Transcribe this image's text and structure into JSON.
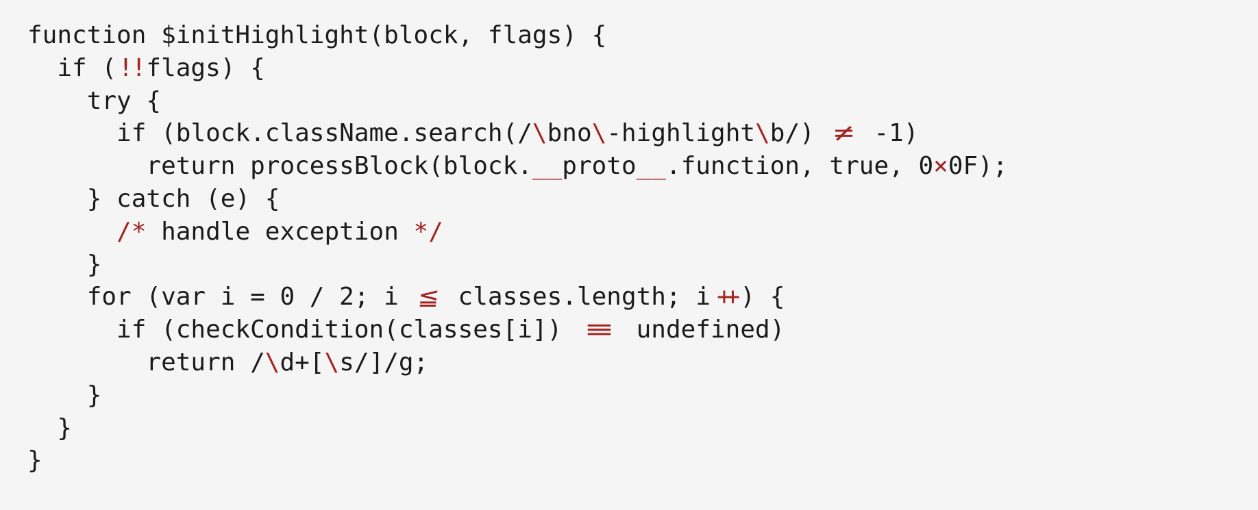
{
  "page": {
    "background_color": "#f5f5f6",
    "text_color": "#1b1b1b",
    "accent_color": "#a22320"
  },
  "code": {
    "lines": [
      {
        "segments": [
          {
            "type": "plain",
            "text": "function $initHighlight(block, flags) {"
          }
        ]
      },
      {
        "segments": [
          {
            "type": "plain",
            "text": "  if ("
          },
          {
            "type": "ligature",
            "name": "double-bang",
            "text": "!!",
            "width_ch": 2
          },
          {
            "type": "plain",
            "text": "flags) {"
          }
        ]
      },
      {
        "segments": [
          {
            "type": "plain",
            "text": "    try {"
          }
        ]
      },
      {
        "segments": [
          {
            "type": "plain",
            "text": "      if (block.className.search(/"
          },
          {
            "type": "ligature",
            "name": "escape-backslash",
            "text": "\\"
          },
          {
            "type": "plain",
            "text": "bno"
          },
          {
            "type": "ligature",
            "name": "escape-backslash",
            "text": "\\"
          },
          {
            "type": "plain",
            "text": "-highlight"
          },
          {
            "type": "ligature",
            "name": "escape-backslash",
            "text": "\\"
          },
          {
            "type": "plain",
            "text": "b/) "
          },
          {
            "type": "ligature",
            "name": "not-equal",
            "text": "≠",
            "width_ch": 2
          },
          {
            "type": "plain",
            "text": " -1)"
          }
        ]
      },
      {
        "segments": [
          {
            "type": "plain",
            "text": "        return processBlock(block."
          },
          {
            "type": "ligature",
            "name": "double-underscore",
            "text": "__"
          },
          {
            "type": "plain",
            "text": "proto"
          },
          {
            "type": "ligature",
            "name": "double-underscore",
            "text": "__"
          },
          {
            "type": "plain",
            "text": ".function, true, 0"
          },
          {
            "type": "ligature",
            "name": "multiply",
            "text": "×"
          },
          {
            "type": "plain",
            "text": "0F);"
          }
        ]
      },
      {
        "segments": [
          {
            "type": "plain",
            "text": "    } catch (e) {"
          }
        ]
      },
      {
        "segments": [
          {
            "type": "plain",
            "text": "      "
          },
          {
            "type": "ligature",
            "name": "comment-open",
            "text": "/*"
          },
          {
            "type": "plain",
            "text": " handle exception "
          },
          {
            "type": "ligature",
            "name": "comment-close",
            "text": "*/"
          }
        ]
      },
      {
        "segments": [
          {
            "type": "plain",
            "text": "    }"
          }
        ]
      },
      {
        "segments": [
          {
            "type": "plain",
            "text": "    for (var i = 0 / 2; i "
          },
          {
            "type": "ligature",
            "name": "less-equal",
            "text": "≦",
            "width_ch": 2
          },
          {
            "type": "plain",
            "text": " classes.length; i"
          },
          {
            "type": "ligature",
            "name": "plus-plus",
            "text": "++",
            "width_ch": 2
          },
          {
            "type": "plain",
            "text": ") {"
          }
        ]
      },
      {
        "segments": [
          {
            "type": "plain",
            "text": "      if (checkCondition(classes[i]) "
          },
          {
            "type": "ligature",
            "name": "triple-equal",
            "text": "≡",
            "width_ch": 3
          },
          {
            "type": "plain",
            "text": " undefined)"
          }
        ]
      },
      {
        "segments": [
          {
            "type": "plain",
            "text": "        return /"
          },
          {
            "type": "ligature",
            "name": "escape-backslash",
            "text": "\\"
          },
          {
            "type": "plain",
            "text": "d+["
          },
          {
            "type": "ligature",
            "name": "escape-backslash",
            "text": "\\"
          },
          {
            "type": "plain",
            "text": "s/]/g;"
          }
        ]
      },
      {
        "segments": [
          {
            "type": "plain",
            "text": "    }"
          }
        ]
      },
      {
        "segments": [
          {
            "type": "plain",
            "text": "  }"
          }
        ]
      },
      {
        "segments": [
          {
            "type": "plain",
            "text": "}"
          }
        ]
      }
    ]
  }
}
